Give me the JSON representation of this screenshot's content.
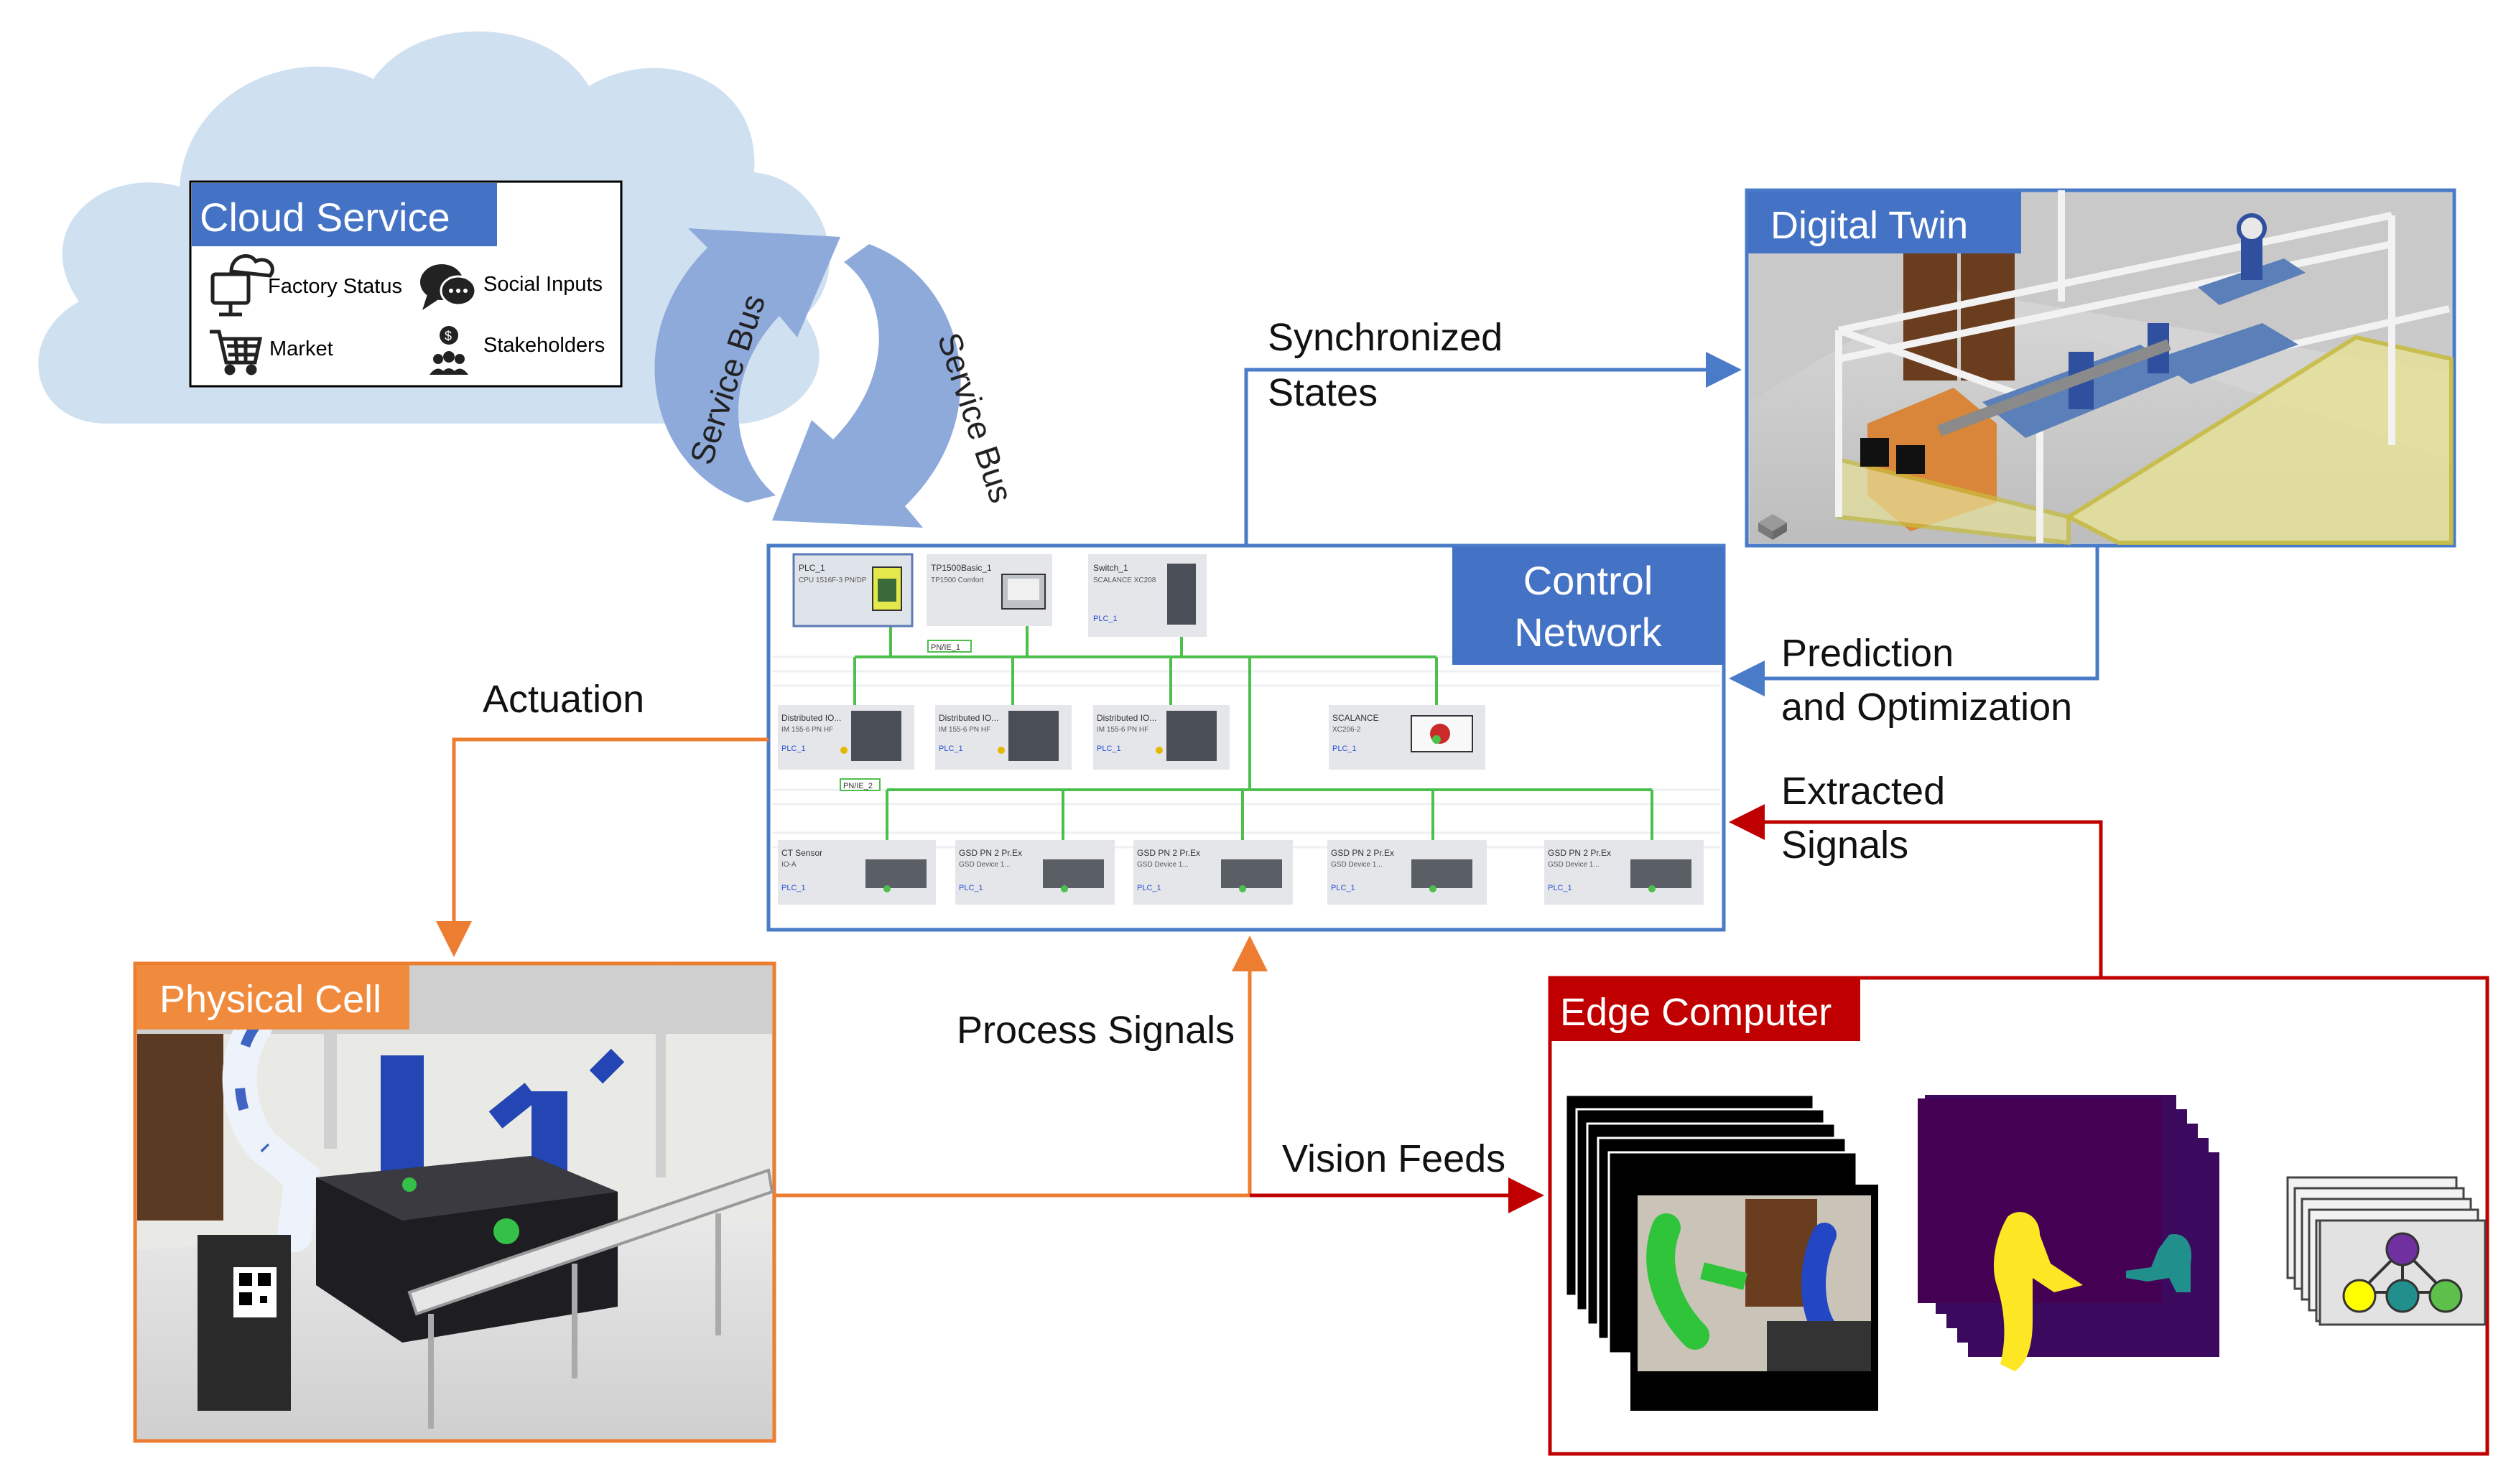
{
  "cloud_service": {
    "title": "Cloud Service",
    "items": [
      {
        "icon": "monitor-cloud-icon",
        "label": "Factory Status"
      },
      {
        "icon": "chat-bubbles-icon",
        "label": "Social Inputs"
      },
      {
        "icon": "shopping-cart-icon",
        "label": "Market"
      },
      {
        "icon": "stakeholders-icon",
        "label": "Stakeholders"
      }
    ]
  },
  "service_bus": {
    "label_left": "Service Bus",
    "label_right": "Service Bus"
  },
  "digital_twin": {
    "title": "Digital Twin"
  },
  "control_network": {
    "title_line1": "Control",
    "title_line2": "Network",
    "devices_top": [
      {
        "name": "PLC_1",
        "sub": "CPU 1516F-3 PN/DP"
      },
      {
        "name": "TP1500Basic_1",
        "sub": "TP1500 Comfort"
      },
      {
        "name": "Switch_1",
        "sub": "SCALANCE XC208"
      }
    ],
    "devices_mid": [
      {
        "name": "Distributed IO...",
        "sub": "IM 155-6 PN HF",
        "link": "PLC_1"
      },
      {
        "name": "Distributed IO...",
        "sub": "IM 155-6 PN HF",
        "link": "PLC_1"
      },
      {
        "name": "Distributed IO...",
        "sub": "IM 155-6 PN HF",
        "link": "PLC_1"
      },
      {
        "name": "SCALANCE",
        "sub": "XC206-2",
        "link": "PLC_1"
      }
    ],
    "devices_bottom": [
      {
        "name": "CT Sensor",
        "sub": "IO-A",
        "link": "PLC_1"
      },
      {
        "name": "GSD PN 2 Pr.Ex",
        "sub": "GSD Device 1...",
        "link": "PLC_1"
      },
      {
        "name": "GSD PN 2 Pr.Ex",
        "sub": "GSD Device 1...",
        "link": "PLC_1"
      },
      {
        "name": "GSD PN 2 Pr.Ex",
        "sub": "GSD Device 1...",
        "link": "PLC_1"
      },
      {
        "name": "GSD PN 2 Pr.Ex",
        "sub": "GSD Device 1...",
        "link": "PLC_1"
      }
    ],
    "bus_labels": {
      "pn1": "PN/IE_1",
      "pn2": "PN/IE_2"
    }
  },
  "physical_cell": {
    "title": "Physical Cell"
  },
  "edge_computer": {
    "title": "Edge Computer"
  },
  "arrows": {
    "synchronized_line1": "Synchronized",
    "synchronized_line2": "States",
    "prediction_line1": "Prediction",
    "prediction_line2": "and Optimization",
    "extracted_line1": "Extracted",
    "extracted_line2": "Signals",
    "actuation": "Actuation",
    "process_signals": "Process Signals",
    "vision_feeds": "Vision Feeds"
  },
  "colors": {
    "blue_title": "#4472c4",
    "blue_line": "#4a7bc8",
    "orange": "#ed7d31",
    "orange_title": "#f08a3c",
    "red": "#c00000",
    "red_title": "#c00000",
    "cloud": "#cfe0f0",
    "bus_arrow": "#8eaadb",
    "network_green": "#4cbf4c"
  }
}
